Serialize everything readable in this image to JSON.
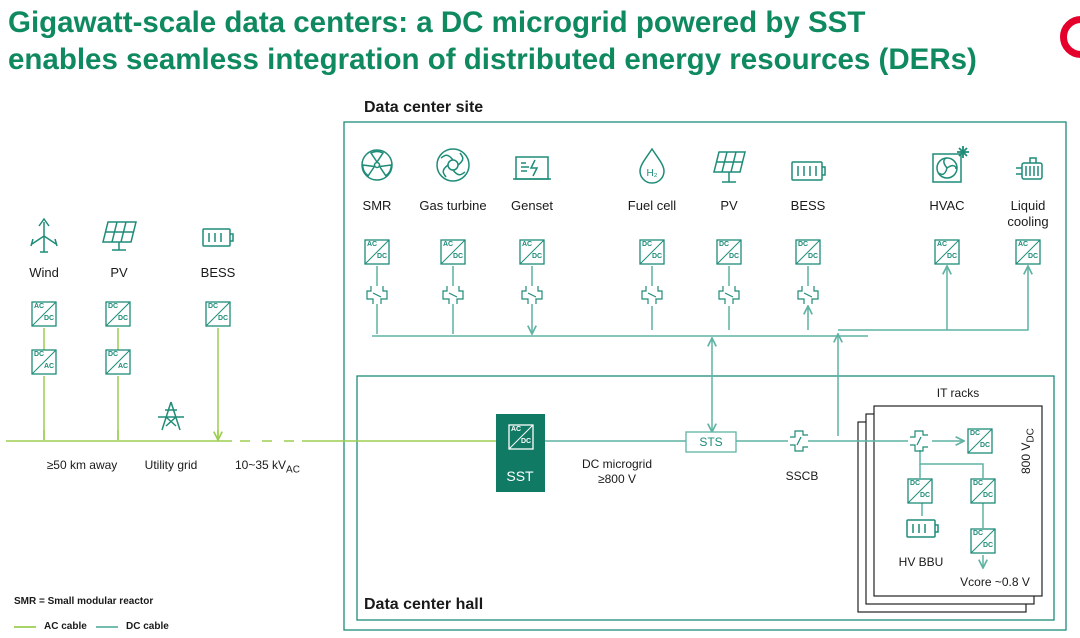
{
  "title_line1": "Gigawatt-scale data centers: a DC microgrid powered by SST",
  "title_line2": "enables seamless integration of distributed energy resources (DERs)",
  "site": {
    "label": "Data center site",
    "sources": [
      {
        "label": "SMR",
        "converter": [
          "AC",
          "DC"
        ],
        "icon": "nuclear-icon"
      },
      {
        "label": "Gas turbine",
        "converter": [
          "AC",
          "DC"
        ],
        "icon": "turbine-icon"
      },
      {
        "label": "Genset",
        "converter": [
          "AC",
          "DC"
        ],
        "icon": "genset-icon"
      },
      {
        "label": "Fuel cell",
        "converter": [
          "DC",
          "DC"
        ],
        "icon": "fuel-cell-icon"
      },
      {
        "label": "PV",
        "converter": [
          "DC",
          "DC"
        ],
        "icon": "solar-panel-icon"
      },
      {
        "label": "BESS",
        "converter": [
          "DC",
          "DC"
        ],
        "icon": "battery-icon"
      }
    ],
    "loads": [
      {
        "label": "HVAC",
        "converter": [
          "AC",
          "DC"
        ],
        "icon": "hvac-fan-icon"
      },
      {
        "label_line1": "Liquid",
        "label_line2": "cooling",
        "converter": [
          "AC",
          "DC"
        ],
        "icon": "pump-icon"
      }
    ]
  },
  "external": [
    {
      "label": "Wind",
      "converters": [
        [
          "AC",
          "DC"
        ],
        [
          "DC",
          "AC"
        ]
      ],
      "icon": "wind-turbine-icon"
    },
    {
      "label": "PV",
      "converters": [
        [
          "DC",
          "DC"
        ],
        [
          "DC",
          "AC"
        ]
      ],
      "icon": "solar-panel-icon"
    },
    {
      "label": "BESS",
      "converters": [
        [
          "DC",
          "DC"
        ]
      ],
      "icon": "battery-icon"
    }
  ],
  "grid": {
    "distance": "≥50 km away",
    "utility": "Utility grid",
    "voltage": "10~35 kV",
    "voltage_sub": "AC"
  },
  "hall": {
    "label": "Data center hall",
    "sst_label": "SST",
    "sst_converter": [
      "AC",
      "DC"
    ],
    "microgrid_line1": "DC microgrid",
    "microgrid_line2": "≥800 V",
    "sts_label": "STS",
    "sscb_label": "SSCB",
    "it_racks": "IT racks",
    "rack_voltage": "800 V",
    "rack_voltage_sub": "DC",
    "bbu": "HV BBU",
    "vcore": "Vcore ~0.8 V",
    "dcdc": [
      "DC",
      "DC"
    ]
  },
  "legend": {
    "smr_note": "SMR = Small modular reactor",
    "ac_cable": "AC cable",
    "dc_cable": "DC cable"
  },
  "colors": {
    "title": "#0f8a5f",
    "teal": "#1e8c78",
    "ac_cable": "#9ccd50",
    "dc_cable": "#5fb3a3",
    "sst_fill": "#117a64",
    "logo": "#e4002b"
  }
}
